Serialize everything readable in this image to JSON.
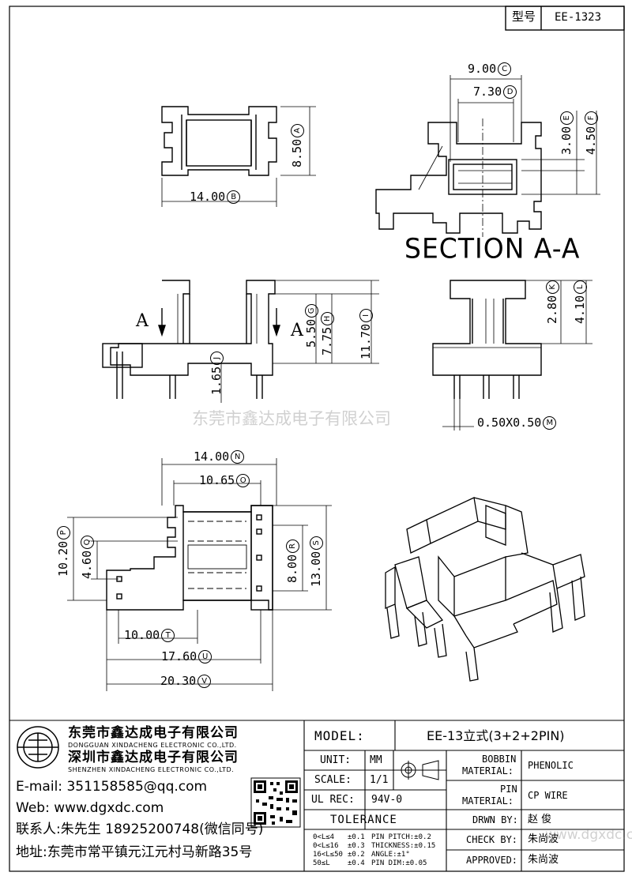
{
  "header": {
    "model_label": "型号",
    "model_value": "EE-1323"
  },
  "views": {
    "top": {
      "dim_a": "8.50",
      "dim_a_mark": "A",
      "dim_b": "14.00",
      "dim_b_mark": "B"
    },
    "section": {
      "dim_c": "9.00",
      "dim_c_mark": "C",
      "dim_d": "7.30",
      "dim_d_mark": "D",
      "dim_e": "3.00",
      "dim_e_mark": "E",
      "dim_f": "4.50",
      "dim_f_mark": "F",
      "title": "SECTION A-A"
    },
    "front": {
      "section_marker": "A",
      "dim_g": "5.50",
      "dim_g_mark": "G",
      "dim_h": "7.75",
      "dim_h_mark": "H",
      "dim_i": "11.70",
      "dim_i_mark": "I",
      "dim_j": "1.65",
      "dim_j_mark": "J"
    },
    "side": {
      "dim_k": "2.80",
      "dim_k_mark": "K",
      "dim_l": "4.10",
      "dim_l_mark": "L",
      "dim_m": "0.50X0.50",
      "dim_m_mark": "M"
    },
    "bottom": {
      "dim_n": "14.00",
      "dim_n_mark": "N",
      "dim_o": "10.65",
      "dim_o_mark": "O",
      "dim_p": "10.20",
      "dim_p_mark": "P",
      "dim_q": "4.60",
      "dim_q_mark": "Q",
      "dim_r": "8.00",
      "dim_r_mark": "R",
      "dim_s": "13.00",
      "dim_s_mark": "S",
      "dim_t": "10.00",
      "dim_t_mark": "T",
      "dim_u": "17.60",
      "dim_u_mark": "U",
      "dim_v": "20.30",
      "dim_v_mark": "V"
    }
  },
  "watermark": "东莞市鑫达成电子有限公司",
  "company": {
    "name_dg": "东莞市鑫达成电子有限公司",
    "name_dg_en": "DONGGUAN XINDACHENG ELECTRONIC CO.,LTD.",
    "name_sz": "深圳市鑫达成电子有限公司",
    "name_sz_en": "SHENZHEN XINDACHENG ELECTRONIC CO.,LTD.",
    "email_label": "E-mail:",
    "email": "351158585@qq.com",
    "web_label": "Web:",
    "web": "www.dgxdc.com",
    "contact_label": "联系人:",
    "contact": "朱先生 18925200748(微信同号)",
    "address_label": "地址:",
    "address": "东莞市常平镇元江元村马新路35号"
  },
  "title_block": {
    "model_label": "MODEL:",
    "model": "EE-13立式(3+2+2PIN)",
    "unit_label": "UNIT:",
    "unit": "MM",
    "scale_label": "SCALE:",
    "scale": "1/1",
    "ul_label": "UL REC:",
    "ul": "94V-0",
    "bobbin_label_1": "BOBBIN",
    "bobbin_label_2": "MATERIAL:",
    "bobbin": "PHENOLIC",
    "pin_label_1": "PIN",
    "pin_label_2": "MATERIAL:",
    "pin": "CP WIRE",
    "tolerance_label": "TOLERANCE",
    "tol": [
      {
        "range": "0<L≤4",
        "val": "±0.1",
        "spec": "PIN PITCH:±0.2"
      },
      {
        "range": "0<L≤16",
        "val": "±0.3",
        "spec": "THICKNESS:±0.15"
      },
      {
        "range": "16<L≤50",
        "val": "±0.2",
        "spec": "ANGLE:±1°"
      },
      {
        "range": "50≤L",
        "val": "±0.4",
        "spec": "PIN DIM:±0.05"
      }
    ],
    "drwn_label": "DRWN BY:",
    "drwn": "赵 俊",
    "check_label": "CHECK BY:",
    "check": "朱尚波",
    "approved_label": "APPROVED:",
    "approved": "朱尚波",
    "watermark_small": "www.dgxdc.com"
  }
}
